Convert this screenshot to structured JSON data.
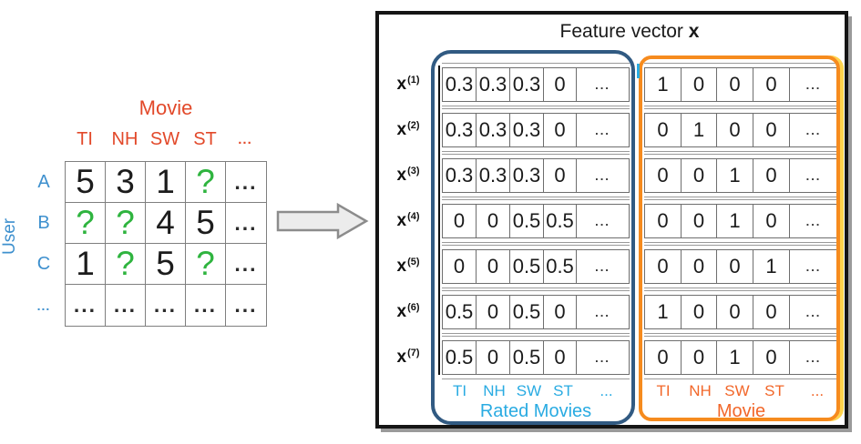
{
  "colors": {
    "matrix_header_red": "#E2492A",
    "user_label_blue": "#3E90CE",
    "unknown_rating_green": "#2FB43F",
    "rated_outline_blue": "#315A82",
    "rated_text_cyan": "#29ABE2",
    "movie_outline_orange": "#F68B1E",
    "movie_text_orange": "#F2672A",
    "highlight_yellow": "#FFD44D"
  },
  "left_matrix": {
    "movie_label": "Movie",
    "user_label": "User",
    "col_headers": [
      "TI",
      "NH",
      "SW",
      "ST",
      "..."
    ],
    "row_headers": [
      "A",
      "B",
      "C",
      "..."
    ],
    "cells": [
      [
        "5",
        "3",
        "1",
        "?",
        "..."
      ],
      [
        "?",
        "?",
        "4",
        "5",
        "..."
      ],
      [
        "1",
        "?",
        "5",
        "?",
        "..."
      ],
      [
        "...",
        "...",
        "...",
        "...",
        "..."
      ]
    ]
  },
  "arrow": {
    "direction": "right"
  },
  "right_panel": {
    "title_text": "Feature vector ",
    "title_emphasis": "x",
    "row_label_base": "x",
    "row_label_sups": [
      "(1)",
      "(2)",
      "(3)",
      "(4)",
      "(5)",
      "(6)",
      "(7)"
    ],
    "rated_group": {
      "label": "Rated Movies",
      "col_headers": [
        "TI",
        "NH",
        "SW",
        "ST",
        "..."
      ],
      "rows": [
        [
          "0.3",
          "0.3",
          "0.3",
          "0",
          "..."
        ],
        [
          "0.3",
          "0.3",
          "0.3",
          "0",
          "..."
        ],
        [
          "0.3",
          "0.3",
          "0.3",
          "0",
          "..."
        ],
        [
          "0",
          "0",
          "0.5",
          "0.5",
          "..."
        ],
        [
          "0",
          "0",
          "0.5",
          "0.5",
          "..."
        ],
        [
          "0.5",
          "0",
          "0.5",
          "0",
          "..."
        ],
        [
          "0.5",
          "0",
          "0.5",
          "0",
          "..."
        ]
      ]
    },
    "movie_group": {
      "label": "Movie",
      "col_headers": [
        "TI",
        "NH",
        "SW",
        "ST",
        "..."
      ],
      "rows": [
        [
          "1",
          "0",
          "0",
          "0",
          "..."
        ],
        [
          "0",
          "1",
          "0",
          "0",
          "..."
        ],
        [
          "0",
          "0",
          "1",
          "0",
          "..."
        ],
        [
          "0",
          "0",
          "1",
          "0",
          "..."
        ],
        [
          "0",
          "0",
          "0",
          "1",
          "..."
        ],
        [
          "1",
          "0",
          "0",
          "0",
          "..."
        ],
        [
          "0",
          "0",
          "1",
          "0",
          "..."
        ]
      ]
    }
  }
}
